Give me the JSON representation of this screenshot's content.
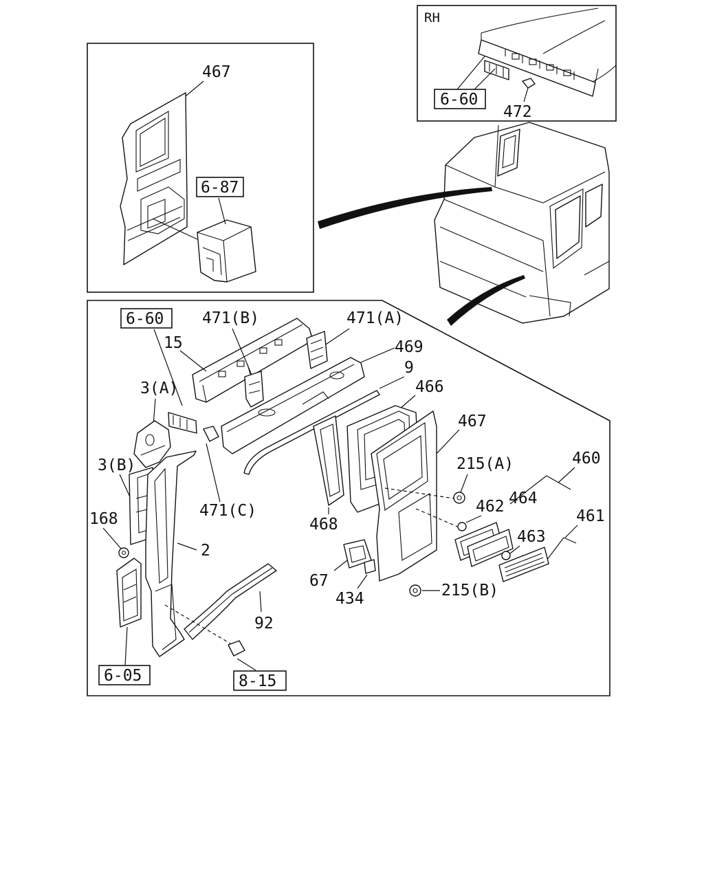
{
  "insets": {
    "rh": {
      "title": "RH",
      "labels": {
        "ref": "6-60",
        "p472": "472"
      }
    },
    "upper_left": {
      "labels": {
        "p467": "467",
        "ref": "6-87"
      }
    }
  },
  "main": {
    "labels": {
      "ref_6_60": "6-60",
      "p471b": "471(B)",
      "p471a": "471(A)",
      "p15": "15",
      "p469": "469",
      "p9": "9",
      "p3a": "3(A)",
      "p466": "466",
      "p467": "467",
      "p3b": "3(B)",
      "p215a": "215(A)",
      "p460": "460",
      "p471c": "471(C)",
      "p462": "462",
      "p464": "464",
      "p168": "168",
      "p468": "468",
      "p461": "461",
      "p463": "463",
      "p2": "2",
      "p67": "67",
      "p215b": "215(B)",
      "p434": "434",
      "p92": "92",
      "ref_6_05": "6-05",
      "ref_8_15": "8-15"
    }
  }
}
